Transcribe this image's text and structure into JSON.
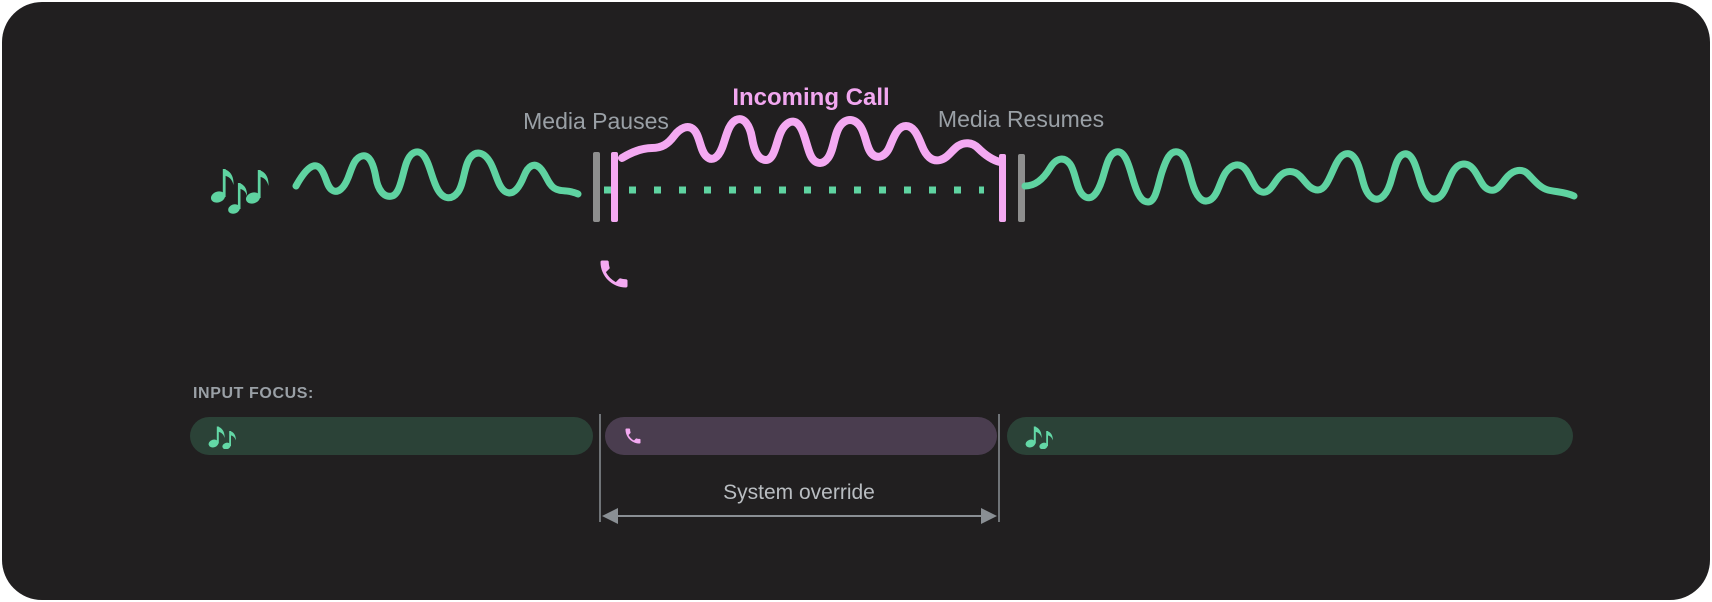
{
  "page": {
    "background": "#ffffff",
    "card_background": "#211f20"
  },
  "top_diagram": {
    "media_pauses_label": "Media Pauses",
    "incoming_call_label": "Incoming Call",
    "media_resumes_label": "Media Resumes",
    "colors": {
      "media_wave_green": "#5fd3a1",
      "call_wave_pink": "#f4a9f2",
      "pause_marker_gray": "#8e8e8e",
      "label_gray": "#9aa0a6"
    }
  },
  "input_focus_timeline": {
    "heading": "INPUT FOCUS:",
    "system_override_label": "System override",
    "segments": [
      {
        "id": "media-before-call",
        "icon": "music-notes-icon",
        "fill": "#2b4237"
      },
      {
        "id": "incoming-call",
        "icon": "phone-icon",
        "fill": "#4a3d4f"
      },
      {
        "id": "media-after-call",
        "icon": "music-notes-icon",
        "fill": "#2b4237"
      }
    ]
  }
}
